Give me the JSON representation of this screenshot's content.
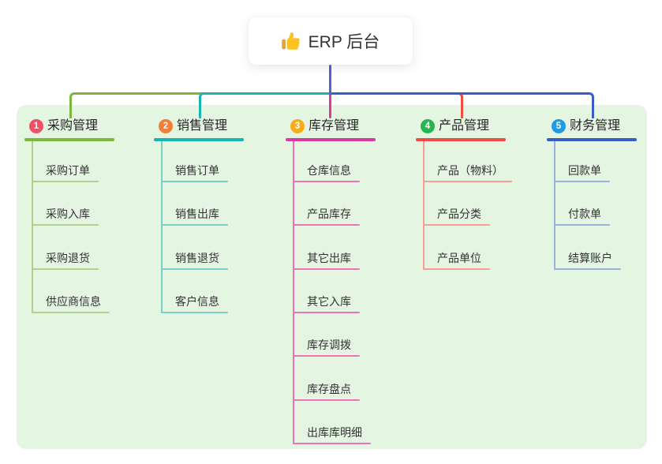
{
  "root": {
    "title": "ERP 后台",
    "icon": "thumbs-up"
  },
  "colors": {
    "page_bg": "#ffffff",
    "panel_bg": "#e4f5e2",
    "root_connector": "#4f63ce",
    "node_text": "#333333"
  },
  "branches": [
    {
      "badge": "1",
      "label": "采购管理",
      "badge_color": "#ef4f67",
      "line_color": "#7ab73c",
      "child_line_color": "#b5d189",
      "children": [
        "采购订单",
        "采购入库",
        "采购退货",
        "供应商信息"
      ]
    },
    {
      "badge": "2",
      "label": "销售管理",
      "badge_color": "#f57d34",
      "line_color": "#17b6b0",
      "child_line_color": "#79d0ca",
      "children": [
        "销售订单",
        "销售出库",
        "销售退货",
        "客户信息"
      ]
    },
    {
      "badge": "3",
      "label": "库存管理",
      "badge_color": "#fbab17",
      "line_color": "#d83a9e",
      "child_line_color": "#ee73b5",
      "children": [
        "仓库信息",
        "产品库存",
        "其它出库",
        "其它入库",
        "库存调拨",
        "库存盘点",
        "出库库明细"
      ]
    },
    {
      "badge": "4",
      "label": "产品管理",
      "badge_color": "#29b450",
      "line_color": "#f14c43",
      "child_line_color": "#f89e97",
      "children": [
        "产品（物料）",
        "产品分类",
        "产品单位"
      ]
    },
    {
      "badge": "5",
      "label": "财务管理",
      "badge_color": "#1f9ce4",
      "line_color": "#3a5ec8",
      "child_line_color": "#9db1dd",
      "children": [
        "回款单",
        "付款单",
        "结算账户"
      ]
    }
  ]
}
